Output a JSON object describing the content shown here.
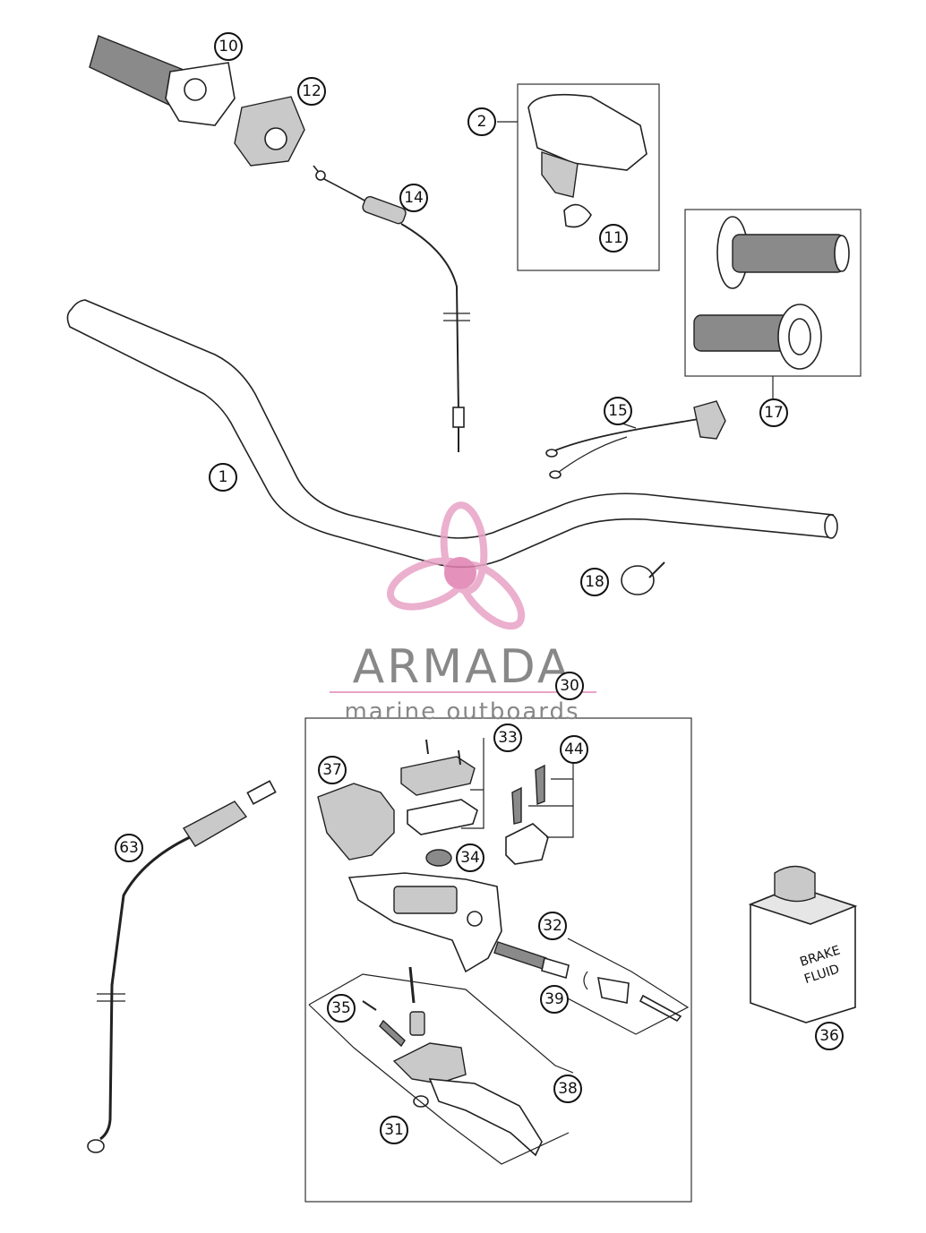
{
  "callouts": [
    {
      "id": "c1",
      "label": "1"
    },
    {
      "id": "c2",
      "label": "2"
    },
    {
      "id": "c10",
      "label": "10"
    },
    {
      "id": "c11",
      "label": "11"
    },
    {
      "id": "c12",
      "label": "12"
    },
    {
      "id": "c14",
      "label": "14"
    },
    {
      "id": "c15",
      "label": "15"
    },
    {
      "id": "c17",
      "label": "17"
    },
    {
      "id": "c18",
      "label": "18"
    },
    {
      "id": "c30",
      "label": "30"
    },
    {
      "id": "c31",
      "label": "31"
    },
    {
      "id": "c32",
      "label": "32"
    },
    {
      "id": "c33",
      "label": "33"
    },
    {
      "id": "c34",
      "label": "34"
    },
    {
      "id": "c35",
      "label": "35"
    },
    {
      "id": "c36",
      "label": "36"
    },
    {
      "id": "c37",
      "label": "37"
    },
    {
      "id": "c38",
      "label": "38"
    },
    {
      "id": "c39",
      "label": "39"
    },
    {
      "id": "c44",
      "label": "44"
    },
    {
      "id": "c63",
      "label": "63"
    }
  ],
  "bottle": {
    "label_line1": "BRAKE",
    "label_line2": "FLUID"
  },
  "watermark": {
    "brand": "ARMADA",
    "tagline": "marine outboards",
    "colors": {
      "logo": "#e8a3c6",
      "logo_center": "#e07fb0",
      "text": "#888888",
      "rule": "#e8a3c6"
    }
  }
}
